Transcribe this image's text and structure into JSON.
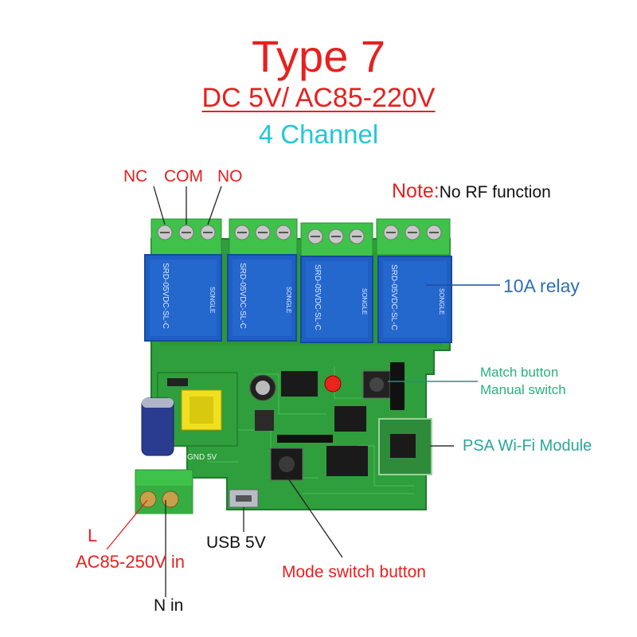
{
  "title": "Type 7",
  "subtitle": "DC 5V/ AC85-220V",
  "channel": "4 Channel",
  "note_label": "Note:",
  "note_text": "No RF function",
  "terminal_labels": {
    "nc": "NC",
    "com": "COM",
    "no": "NO"
  },
  "callouts": {
    "relay": "10A relay",
    "match_button": "Match button",
    "manual_switch": "Manual switch",
    "wifi_module": "PSA Wi-Fi Module",
    "usb": "USB 5V",
    "mode_switch": "Mode switch button",
    "live": "L",
    "ac_in": "AC85-250V in",
    "neutral": "N in"
  },
  "relay_markings": {
    "brand": "SONGLE",
    "model": "SRD-05VDC-SL-C"
  },
  "board_markings": {
    "power_pins": "N  GND  5V"
  },
  "colors": {
    "title": "#e8201e",
    "channel": "#21c8d8",
    "pcb": "#2f9e3c",
    "terminal": "#3fc24a",
    "relay": "#1f5fc4"
  }
}
